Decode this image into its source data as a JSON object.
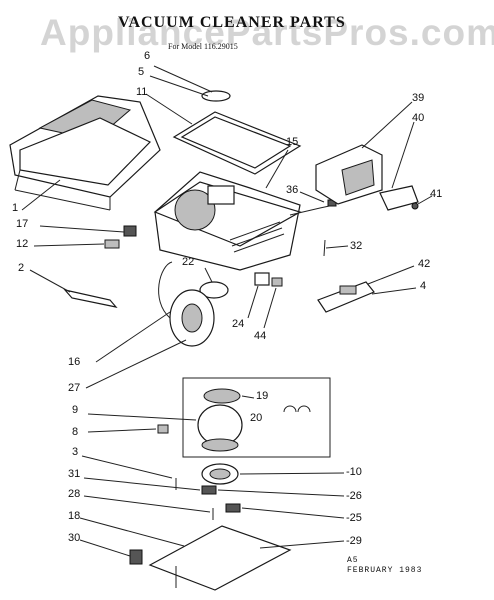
{
  "watermark": "AppliancePartsPros.com",
  "title": "VACUUM CLEANER PARTS",
  "subtitle": "For Model 116.29015",
  "footer": {
    "line1": "A5",
    "line2": "FEBRUARY 1983"
  },
  "labels": {
    "l6": "6",
    "l5": "5",
    "l11": "11",
    "l39": "39",
    "l40": "40",
    "l41": "41",
    "l15": "15",
    "l36": "36",
    "l1": "1",
    "l17": "17",
    "l12": "12",
    "l32": "32",
    "l22": "22",
    "l42": "42",
    "l2": "2",
    "l4": "4",
    "l24": "24",
    "l44": "44",
    "l16": "16",
    "l27": "27",
    "l19": "19",
    "l9": "9",
    "l20": "20",
    "l8": "8",
    "l3": "3",
    "l10": "-10",
    "l31": "31",
    "l26": "-26",
    "l28": "28",
    "l25": "-25",
    "l18": "18",
    "l30": "30",
    "l29": "-29"
  }
}
